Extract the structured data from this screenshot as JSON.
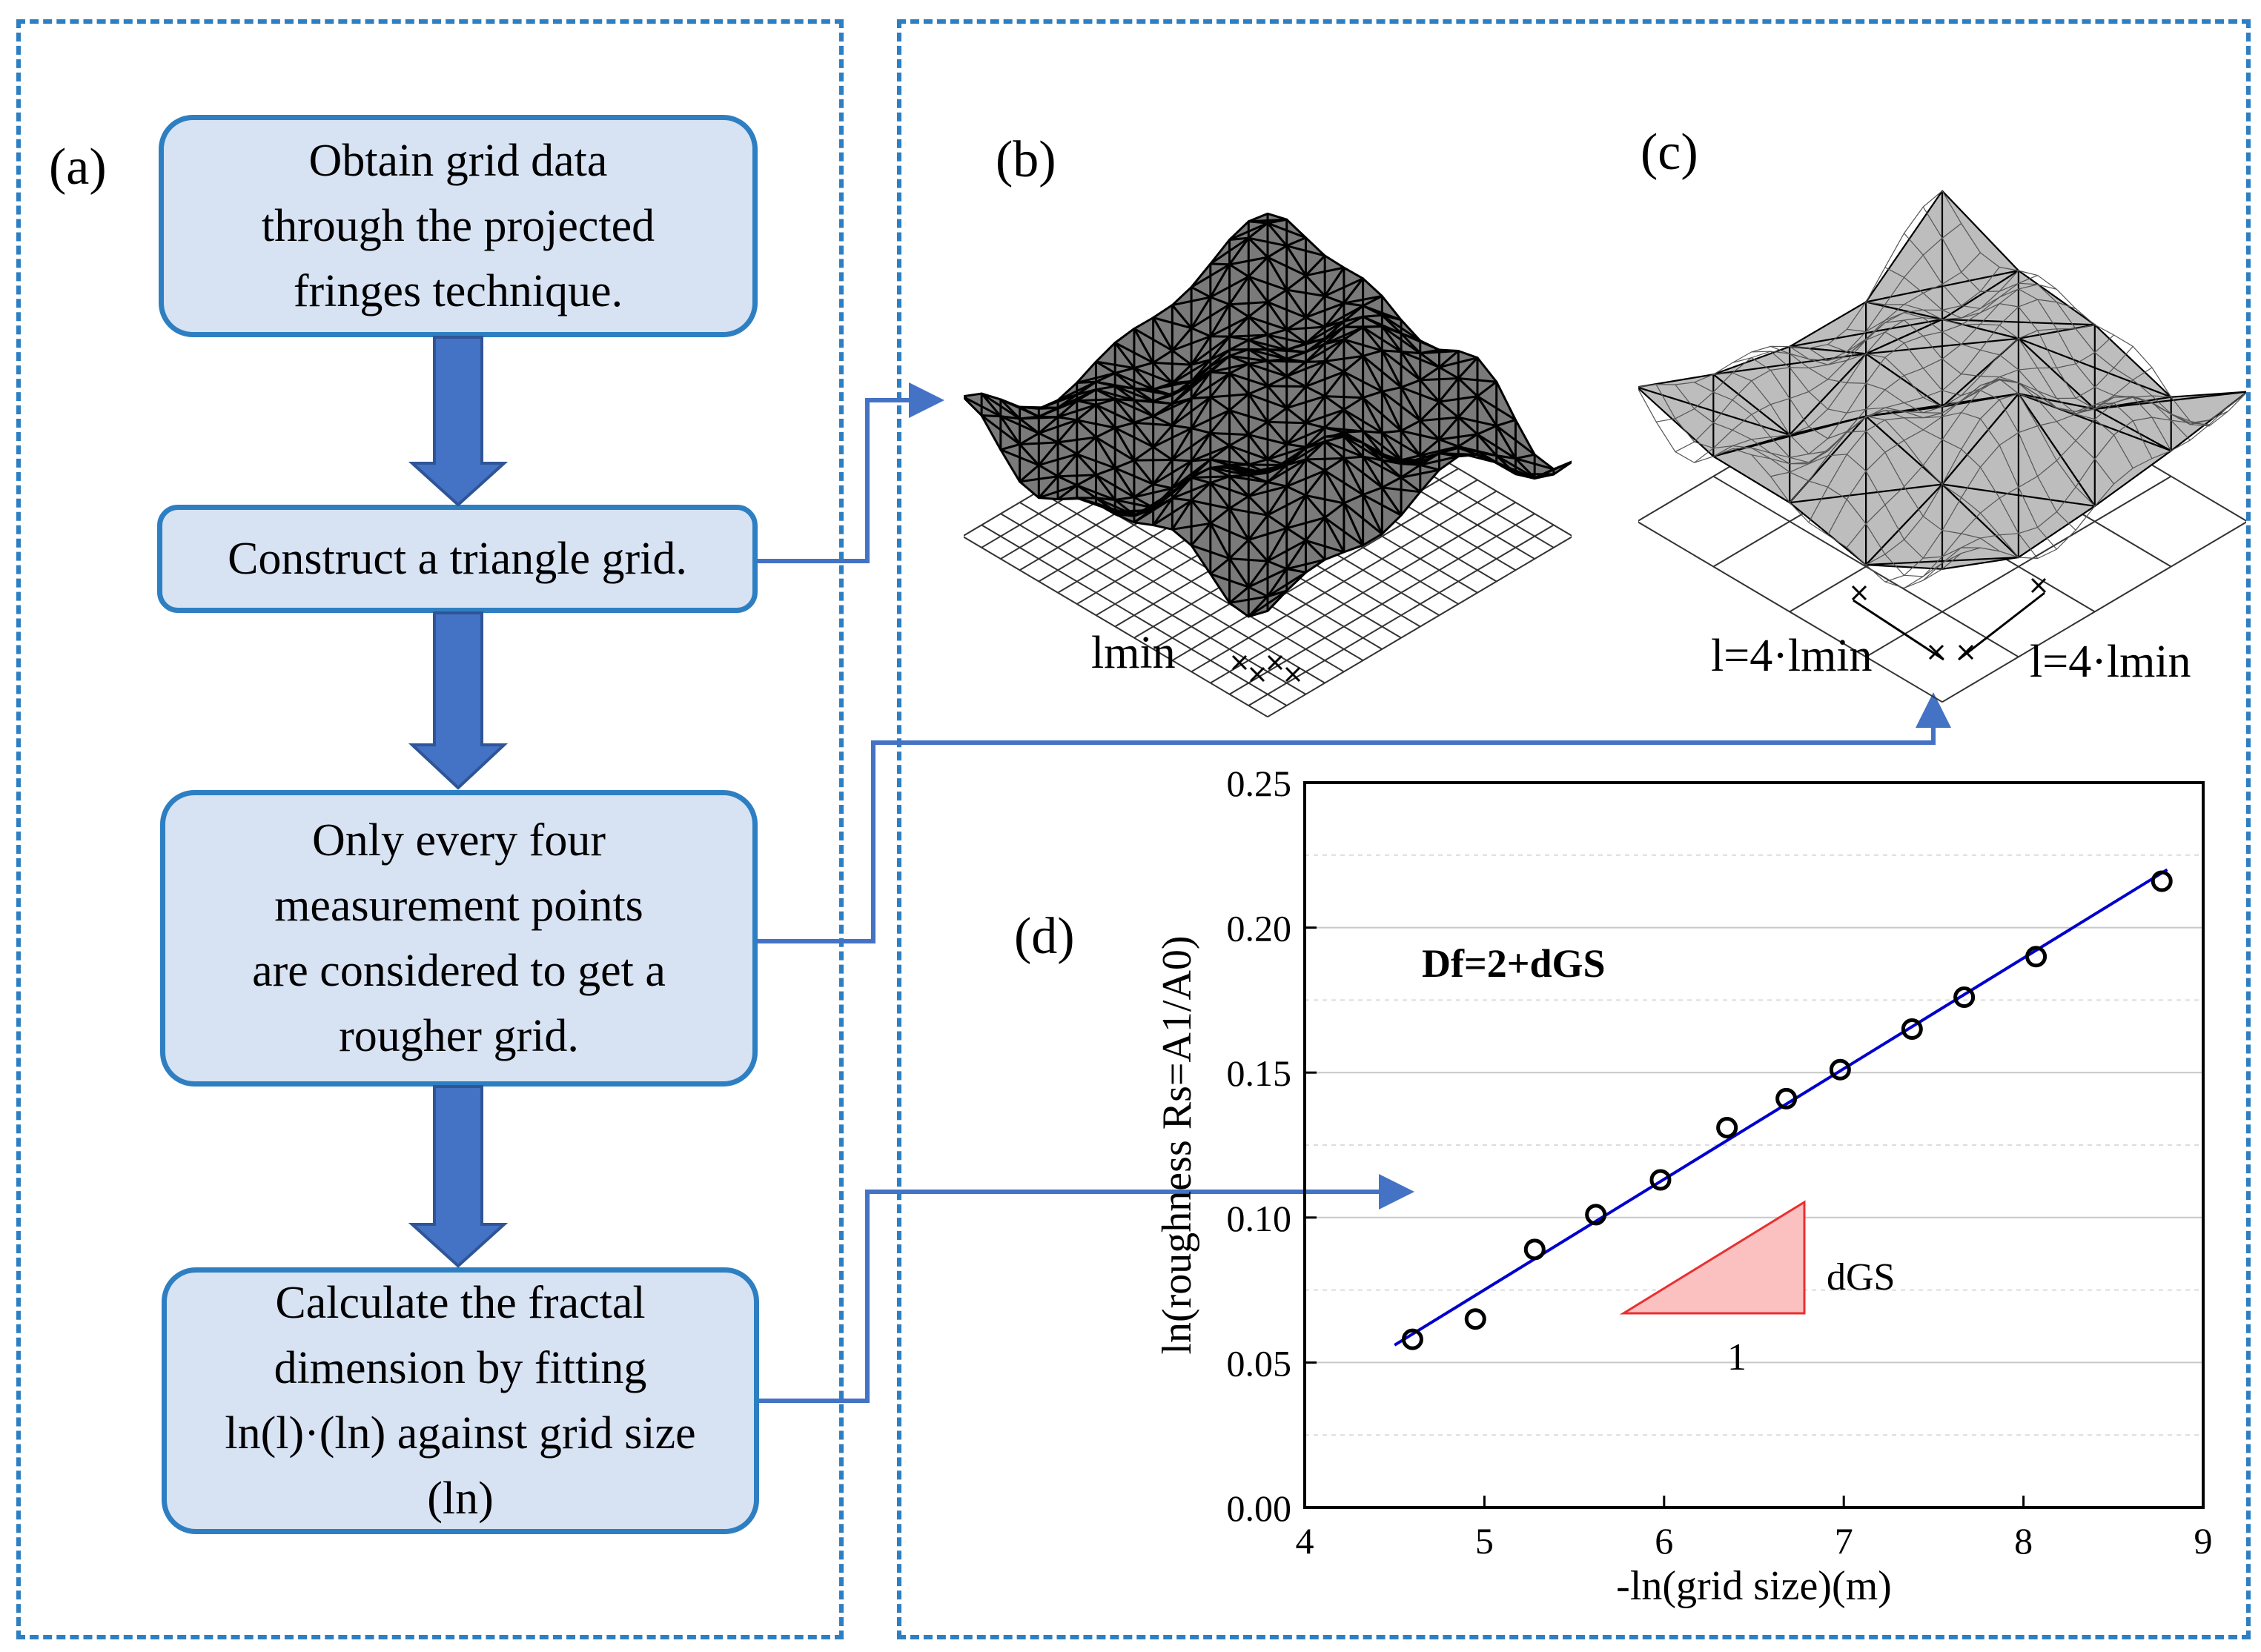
{
  "panel_labels": {
    "a": "(a)",
    "b": "(b)",
    "c": "(c)",
    "d": "(d)"
  },
  "flow_steps": [
    "Obtain grid data\nthrough the projected\nfringes technique.",
    "Construct a triangle grid.",
    "Only every four\nmeasurement points\nare considered to get a\nrougher grid.",
    "Calculate the fractal\ndimension by fitting\nln(l)·(ln) against grid size (ln)"
  ],
  "mesh_labels": {
    "b": "lmin",
    "c_left": "l=4·lmin",
    "c_right": "l=4·lmin"
  },
  "colors": {
    "accent_blue": "#2e7fc2",
    "arrow_blue": "#4472c4",
    "box_fill": "#d7e2f3",
    "fit_line": "#0000cc",
    "triangle_fill": "#fbc0c0",
    "triangle_edge": "#e83030"
  },
  "chart_data": {
    "type": "scatter",
    "xlabel": "-ln(grid size)(m)",
    "ylabel": "ln(roughness Rs=A1/A0)",
    "annotation": "Df=2+dGS",
    "slope_label_vertical": "dGS",
    "slope_label_horizontal": "1",
    "xlim": [
      4,
      9
    ],
    "ylim": [
      0,
      0.25
    ],
    "xticks": [
      "4",
      "5",
      "6",
      "7",
      "8",
      "9"
    ],
    "yticks": [
      "0.00",
      "0.05",
      "0.10",
      "0.15",
      "0.20",
      "0.25"
    ],
    "grid": true,
    "x": [
      4.6,
      4.95,
      5.28,
      5.62,
      5.98,
      6.35,
      6.68,
      6.98,
      7.38,
      7.67,
      8.07,
      8.77
    ],
    "y": [
      0.058,
      0.065,
      0.089,
      0.101,
      0.113,
      0.131,
      0.141,
      0.151,
      0.165,
      0.176,
      0.19,
      0.216
    ],
    "fit_line": {
      "x": [
        4.5,
        8.8
      ],
      "y": [
        0.056,
        0.22
      ]
    }
  }
}
